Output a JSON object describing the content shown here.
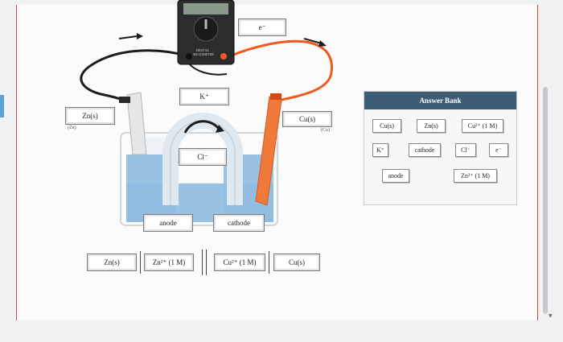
{
  "diagram": {
    "meter_text": [
      "DIGITAL",
      "MULTIMETER"
    ],
    "electrode_left_caption": "(Zn)",
    "electrode_right_caption": "(Cu)",
    "drop_boxes": {
      "electron_flow": "e⁻",
      "salt_bridge_cation": "K⁺",
      "left_electrode": "Zn(s)",
      "right_electrode": "Cu(s)",
      "salt_bridge_anion": "Cl⁻",
      "left_role": "anode",
      "right_role": "cathode"
    },
    "cell_notation": {
      "anode_solid": "Zn(s)",
      "anode_ion": "Zn²⁺ (1 M)",
      "cathode_ion": "Cu²⁺ (1 M)",
      "cathode_solid": "Cu(s)"
    },
    "colors": {
      "black_wire": "#1c1c1c",
      "red_wire": "#f15a1f",
      "zinc_electrode": "#e6e6e6",
      "copper_electrode": "#ef7a3a",
      "solution": "#8fbde0",
      "salt_bridge": "#dfe8ef"
    }
  },
  "answer_bank": {
    "title": "Answer Bank",
    "items": [
      "Cu(s)",
      "Zn(s)",
      "Cu²⁺ (1 M)",
      "K⁺",
      "cathode",
      "Cl⁻",
      "e⁻",
      "anode",
      "Zn²⁺ (1 M)"
    ]
  },
  "scrollbar": {
    "down_arrow": "▾"
  }
}
